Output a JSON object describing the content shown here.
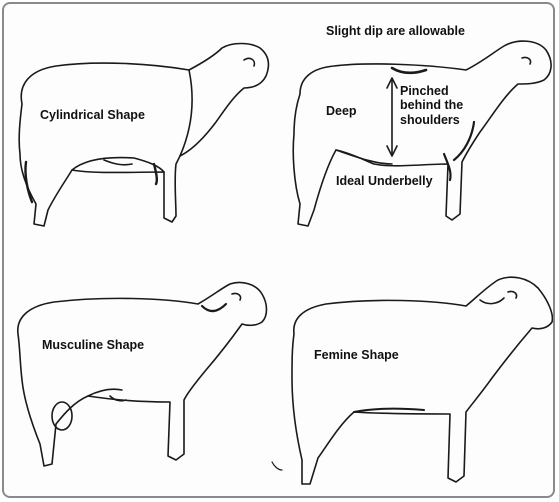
{
  "panels": {
    "top_left": {
      "label": "Cylindrical Shape"
    },
    "top_right": {
      "label_dip": "Slight dip are allowable",
      "label_deep": "Deep",
      "label_pinched": "Pinched\nbehind the\nshoulders",
      "label_underbelly": "Ideal Underbelly"
    },
    "bottom_left": {
      "label": "Musculine Shape"
    },
    "bottom_right": {
      "label": "Femine Shape"
    }
  },
  "colors": {
    "line": "#1a1a1a",
    "frame": "#8a8a8a",
    "background": "#fdfdfd"
  }
}
